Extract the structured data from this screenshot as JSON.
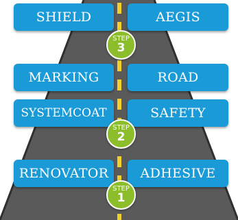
{
  "colors": {
    "road": "#5a5a5a",
    "road_edge": "#2f2f2f",
    "center_line": "#f2d02b",
    "label_fill": "#1a9ad6",
    "badge_fill": "#8cbe2c"
  },
  "rows": [
    {
      "left": "SHIELD",
      "right": "AEGIS",
      "step_word": "STEP",
      "step_number": "3"
    },
    {
      "left": "MARKING",
      "right": "ROAD"
    },
    {
      "left": "SYSTEMCOAT",
      "right": "SAFETY",
      "step_word": "STEP",
      "step_number": "2"
    },
    {
      "left": "RENOVATOR",
      "right": "ADHESIVE",
      "step_word": "STEP",
      "step_number": "1"
    }
  ]
}
